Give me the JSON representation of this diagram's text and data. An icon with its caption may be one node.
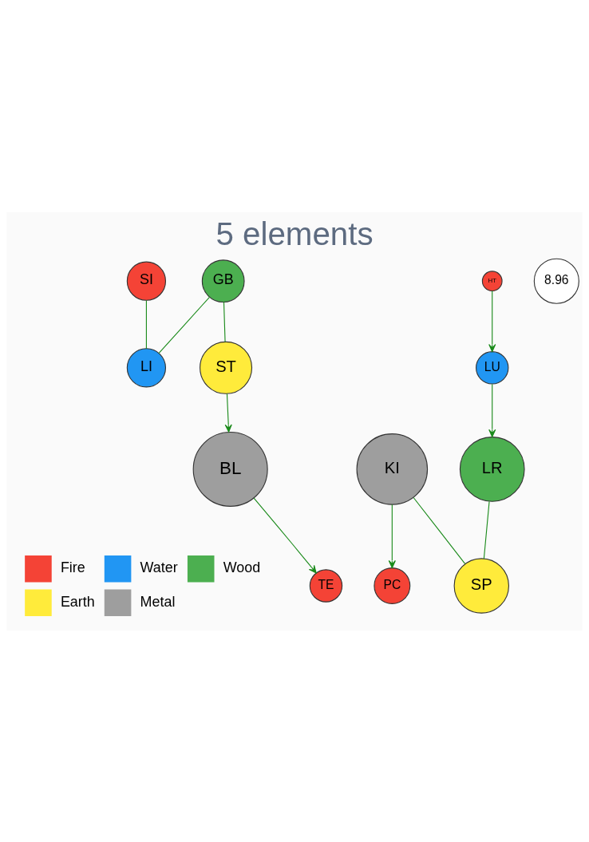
{
  "diagram": {
    "title": "5 elements",
    "nodes": [
      {
        "text": [
          "TE"
        ]
      },
      {
        "text": [
          "SI"
        ]
      },
      {
        "text": [
          "PC"
        ]
      },
      {
        "text": [
          "HT"
        ]
      },
      {
        "text": [
          "GB"
        ]
      },
      {
        "text": [
          "LR"
        ]
      },
      {
        "text": [
          "SP"
        ]
      },
      {
        "text": [
          "ST"
        ]
      },
      {
        "text": [
          "8.96"
        ]
      },
      {
        "text": [
          "KI"
        ]
      },
      {
        "text": [
          "LU"
        ]
      },
      {
        "text": [
          "BL"
        ]
      },
      {
        "text": [
          "LI"
        ]
      }
    ],
    "edges": [
      {
        "from": 11,
        "to": 0,
        "arrow": "to"
      },
      {
        "from": 9,
        "to": 2,
        "arrow": "to"
      },
      {
        "from": 3,
        "to": 10,
        "arrow": "to"
      },
      {
        "from": 1,
        "to": 12,
        "arrow": "none"
      },
      {
        "from": 4,
        "to": 7,
        "arrow": "none"
      },
      {
        "from": 5,
        "to": 6,
        "arrow": "none"
      },
      {
        "from": 4,
        "to": 12,
        "arrow": "none"
      },
      {
        "from": 10,
        "to": 5,
        "arrow": "to"
      },
      {
        "from": 9,
        "to": 6,
        "arrow": "none"
      },
      {
        "from": 7,
        "to": 11,
        "arrow": "to"
      }
    ],
    "legend": [
      {
        "text": "Fire",
        "color": "#f44336"
      },
      {
        "text": "Water",
        "color": "#2196f3"
      },
      {
        "text": "Wood",
        "color": "#4caf50"
      },
      {
        "text": "Earth",
        "color": "#ffeb3b"
      },
      {
        "text": "Metal",
        "color": "#9e9e9e"
      }
    ]
  }
}
